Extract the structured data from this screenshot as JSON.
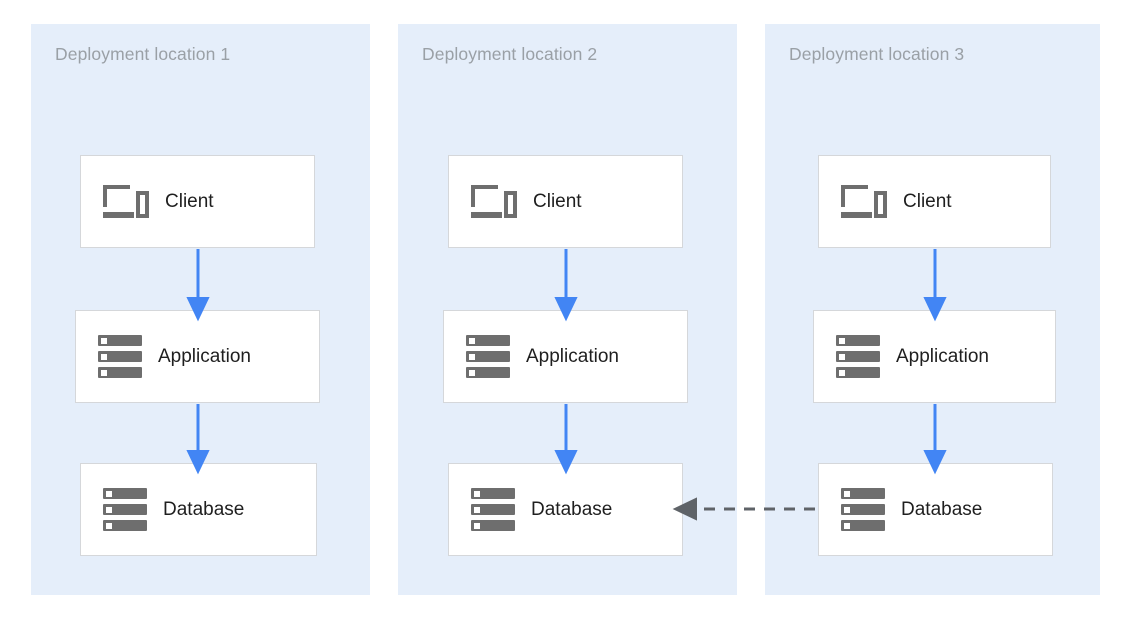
{
  "diagram": {
    "title": "",
    "background": "#ffffff",
    "panel_color": "#e5eefa",
    "box_color": "#ffffff",
    "box_border_color": "#d5d7da",
    "icon_color": "#6e6e6e",
    "flow_arrow_color": "#4285f4",
    "replication_arrow_color": "#5f6368",
    "label_color": "#1f1f1f",
    "title_color": "#9aa0a6"
  },
  "panels": [
    {
      "id": "deployment-location-1",
      "title": "Deployment location 1",
      "nodes": [
        {
          "id": "client-1",
          "label": "Client",
          "icon": "client-devices-icon"
        },
        {
          "id": "application-1",
          "label": "Application",
          "icon": "server-stack-icon"
        },
        {
          "id": "database-1",
          "label": "Database",
          "icon": "server-stack-icon"
        }
      ]
    },
    {
      "id": "deployment-location-2",
      "title": "Deployment location 2",
      "nodes": [
        {
          "id": "client-2",
          "label": "Client",
          "icon": "client-devices-icon"
        },
        {
          "id": "application-2",
          "label": "Application",
          "icon": "server-stack-icon"
        },
        {
          "id": "database-2",
          "label": "Database",
          "icon": "server-stack-icon"
        }
      ]
    },
    {
      "id": "deployment-location-3",
      "title": "Deployment location 3",
      "nodes": [
        {
          "id": "client-3",
          "label": "Client",
          "icon": "client-devices-icon"
        },
        {
          "id": "application-3",
          "label": "Application",
          "icon": "server-stack-icon"
        },
        {
          "id": "database-3",
          "label": "Database",
          "icon": "server-stack-icon"
        }
      ]
    }
  ],
  "connections": [
    {
      "id": "conn-client-1-application-1",
      "from": "client-1",
      "to": "application-1",
      "style": "solid",
      "color": "#4285f4",
      "direction": "down"
    },
    {
      "id": "conn-application-1-database-1",
      "from": "application-1",
      "to": "database-1",
      "style": "solid",
      "color": "#4285f4",
      "direction": "down"
    },
    {
      "id": "conn-client-2-application-2",
      "from": "client-2",
      "to": "application-2",
      "style": "solid",
      "color": "#4285f4",
      "direction": "down"
    },
    {
      "id": "conn-application-2-database-2",
      "from": "application-2",
      "to": "database-2",
      "style": "solid",
      "color": "#4285f4",
      "direction": "down"
    },
    {
      "id": "conn-client-3-application-3",
      "from": "client-3",
      "to": "application-3",
      "style": "solid",
      "color": "#4285f4",
      "direction": "down"
    },
    {
      "id": "conn-application-3-database-3",
      "from": "application-3",
      "to": "database-3",
      "style": "solid",
      "color": "#4285f4",
      "direction": "down"
    },
    {
      "id": "conn-database-3-database-2",
      "from": "database-3",
      "to": "database-2",
      "style": "dashed",
      "color": "#5f6368",
      "direction": "left"
    }
  ]
}
